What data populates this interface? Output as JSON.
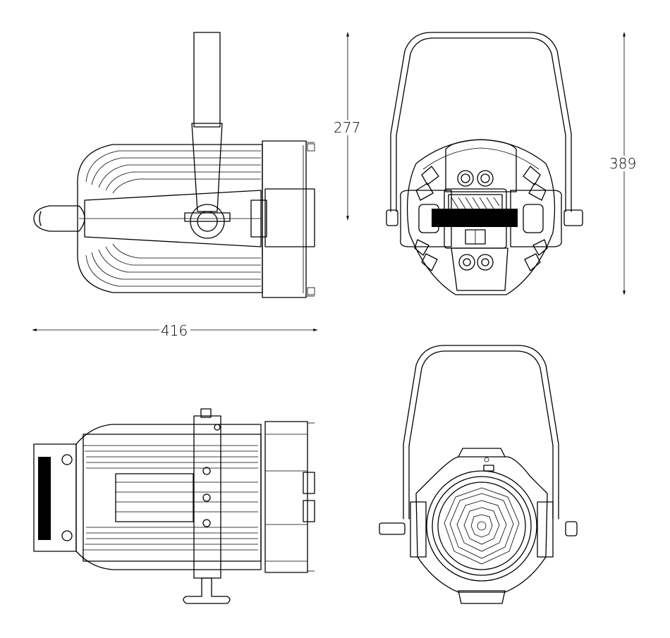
{
  "dimensions": {
    "side_height": "277",
    "front_height": "389",
    "length": "416"
  },
  "colors": {
    "line": "#000000",
    "background": "#ffffff"
  }
}
